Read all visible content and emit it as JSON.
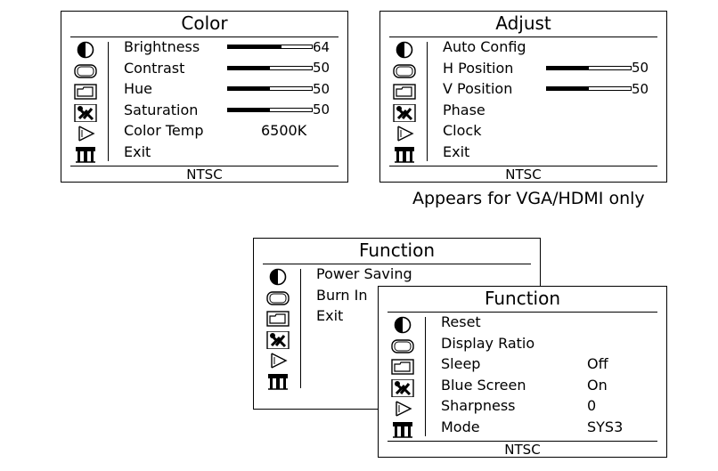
{
  "color_menu": {
    "title": "Color",
    "footer": "NTSC",
    "items": [
      {
        "label": "Brightness",
        "value": "64",
        "level": 0.64
      },
      {
        "label": "Contrast",
        "value": "50",
        "level": 0.5
      },
      {
        "label": "Hue",
        "value": "50",
        "level": 0.5
      },
      {
        "label": "Saturation",
        "value": "50",
        "level": 0.5
      },
      {
        "label": "Color Temp",
        "text_value": "6500K"
      },
      {
        "label": "Exit"
      }
    ]
  },
  "adjust_menu": {
    "title": "Adjust",
    "footer": "NTSC",
    "items": [
      {
        "label": "Auto Config"
      },
      {
        "label": "H Position",
        "value": "50",
        "level": 0.5
      },
      {
        "label": "V Position",
        "value": "50",
        "level": 0.5
      },
      {
        "label": "Phase"
      },
      {
        "label": "Clock"
      },
      {
        "label": "Exit"
      }
    ]
  },
  "caption": "Appears for VGA/HDMI only",
  "function_menu_1": {
    "title": "Function",
    "items": [
      {
        "label": "Power Saving"
      },
      {
        "label": "Burn In"
      },
      {
        "label": "Exit"
      }
    ]
  },
  "function_menu_2": {
    "title": "Function",
    "footer": "NTSC",
    "items": [
      {
        "label": "Reset"
      },
      {
        "label": "Display Ratio"
      },
      {
        "label": "Sleep",
        "text_value": "Off"
      },
      {
        "label": "Blue Screen",
        "text_value": "On"
      },
      {
        "label": "Sharpness",
        "text_value": "0"
      },
      {
        "label": "Mode",
        "text_value": "SYS3"
      }
    ]
  },
  "icons": [
    "half-circle-icon",
    "screen-icon",
    "folder-icon",
    "tools-icon",
    "speaker-icon",
    "exit-icon"
  ]
}
